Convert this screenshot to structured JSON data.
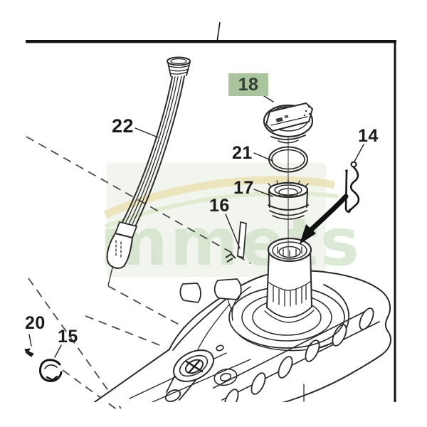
{
  "diagram": {
    "type": "exploded-parts-diagram",
    "subject": "fuel-tank-assembly",
    "callouts": [
      {
        "number": "22",
        "part": "dipstick-tube",
        "highlighted": false
      },
      {
        "number": "18",
        "part": "fuel-cap",
        "highlighted": true
      },
      {
        "number": "21",
        "part": "o-ring",
        "highlighted": false
      },
      {
        "number": "17",
        "part": "filler-neck-insert",
        "highlighted": false
      },
      {
        "number": "16",
        "part": "pin",
        "highlighted": false
      },
      {
        "number": "14",
        "part": "retainer-clip",
        "highlighted": false
      },
      {
        "number": "20",
        "part": "screw",
        "highlighted": false
      },
      {
        "number": "15",
        "part": "clamp-clip",
        "highlighted": false
      }
    ],
    "highlight": {
      "box_color": "#aac49e",
      "text_color": "#333c33"
    },
    "watermark": {
      "text": "mmets",
      "letter_color": "#c9dcc0",
      "swoosh_yellow": "#e8e0b0",
      "swoosh_green": "#dce8c8",
      "panel_color": "#f2f5ee"
    },
    "frame": {
      "border_color": "#141414"
    },
    "line_color": "#2a2a2a"
  }
}
